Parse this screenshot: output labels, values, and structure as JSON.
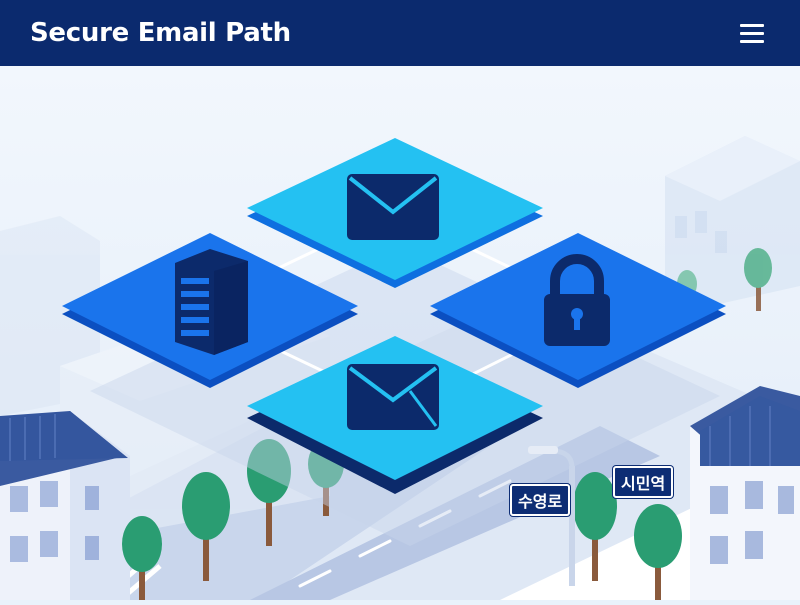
{
  "header": {
    "title": "Secure Email Path",
    "menu_icon": "hamburger-menu-icon"
  },
  "diagram": {
    "nodes": [
      {
        "id": "email-top",
        "icon": "envelope-icon"
      },
      {
        "id": "server",
        "icon": "server-icon"
      },
      {
        "id": "lock",
        "icon": "padlock-icon"
      },
      {
        "id": "email-bottom",
        "icon": "envelope-icon"
      }
    ]
  },
  "street_signs": {
    "left": "수영로",
    "right": "시민역"
  },
  "colors": {
    "header_bg": "#0b2a6e",
    "tile_light": "#21bff0",
    "tile_dark": "#1570e8",
    "icon_navy": "#0c2a6b"
  }
}
